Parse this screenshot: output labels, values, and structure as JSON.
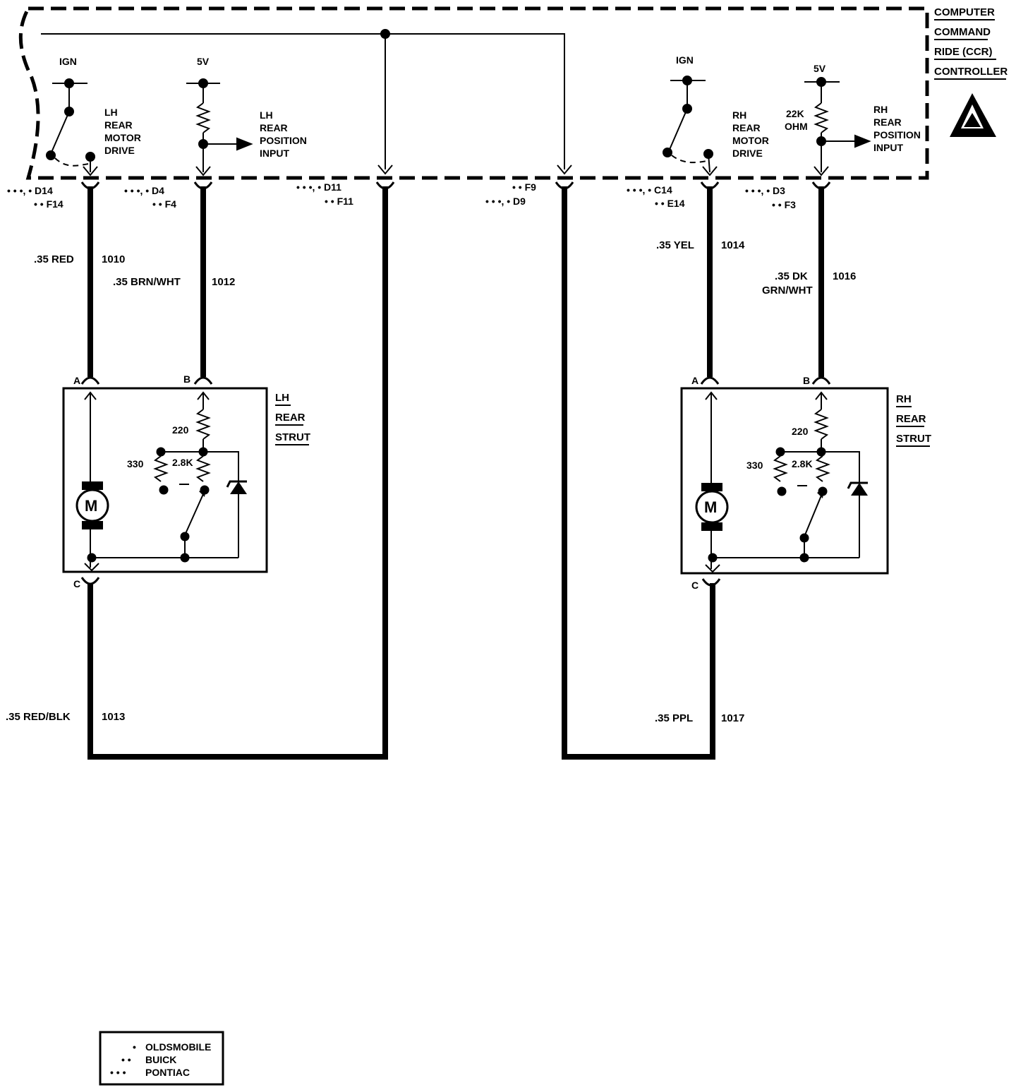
{
  "controller": {
    "title_lines": [
      "COMPUTER",
      "COMMAND",
      "RIDE (CCR)",
      "CONTROLLER"
    ]
  },
  "supplies": {
    "ign": "IGN",
    "five_v": "5V",
    "res_22k": "22K",
    "ohm": "OHM"
  },
  "lh": {
    "motor_drive": [
      "LH",
      "REAR",
      "MOTOR",
      "DRIVE"
    ],
    "position_input": [
      "LH",
      "REAR",
      "POSITION",
      "INPUT"
    ],
    "strut": [
      "LH",
      "REAR",
      "STRUT"
    ]
  },
  "rh": {
    "motor_drive": [
      "RH",
      "REAR",
      "MOTOR",
      "DRIVE"
    ],
    "position_input": [
      "RH",
      "REAR",
      "POSITION",
      "INPUT"
    ],
    "strut": [
      "RH",
      "REAR",
      "STRUT"
    ]
  },
  "pins": {
    "lh_drive": [
      "• • •, • D14",
      "• • F14"
    ],
    "lh_pos": [
      "• • •, • D4",
      "• • F4"
    ],
    "lh_return": [
      "• • •, • D11",
      "• • F11"
    ],
    "rh_return": [
      "• • F9",
      "• • •, • D9"
    ],
    "rh_drive": [
      "• • •, • C14",
      "• • E14"
    ],
    "rh_pos": [
      "• • •, • D3",
      "• • F3"
    ]
  },
  "wires": {
    "w1010": {
      "color": ".35 RED",
      "circuit": "1010"
    },
    "w1012": {
      "color": ".35 BRN/WHT",
      "circuit": "1012"
    },
    "w1013": {
      "color": ".35 RED/BLK",
      "circuit": "1013"
    },
    "w1014": {
      "color": ".35 YEL",
      "circuit": "1014"
    },
    "w1016": {
      "color_lines": [
        ".35 DK",
        "GRN/WHT"
      ],
      "circuit": "1016"
    },
    "w1017": {
      "color": ".35 PPL",
      "circuit": "1017"
    }
  },
  "strut_pins": {
    "a": "A",
    "b": "B",
    "c": "C"
  },
  "strut_parts": {
    "r220": "220",
    "r330": "330",
    "r28k": "2.8K",
    "motor": "M"
  },
  "legend": {
    "items": [
      {
        "marker": "•",
        "label": "OLDSMOBILE"
      },
      {
        "marker": "• •",
        "label": "BUICK"
      },
      {
        "marker": "• • •",
        "label": "PONTIAC"
      }
    ]
  }
}
